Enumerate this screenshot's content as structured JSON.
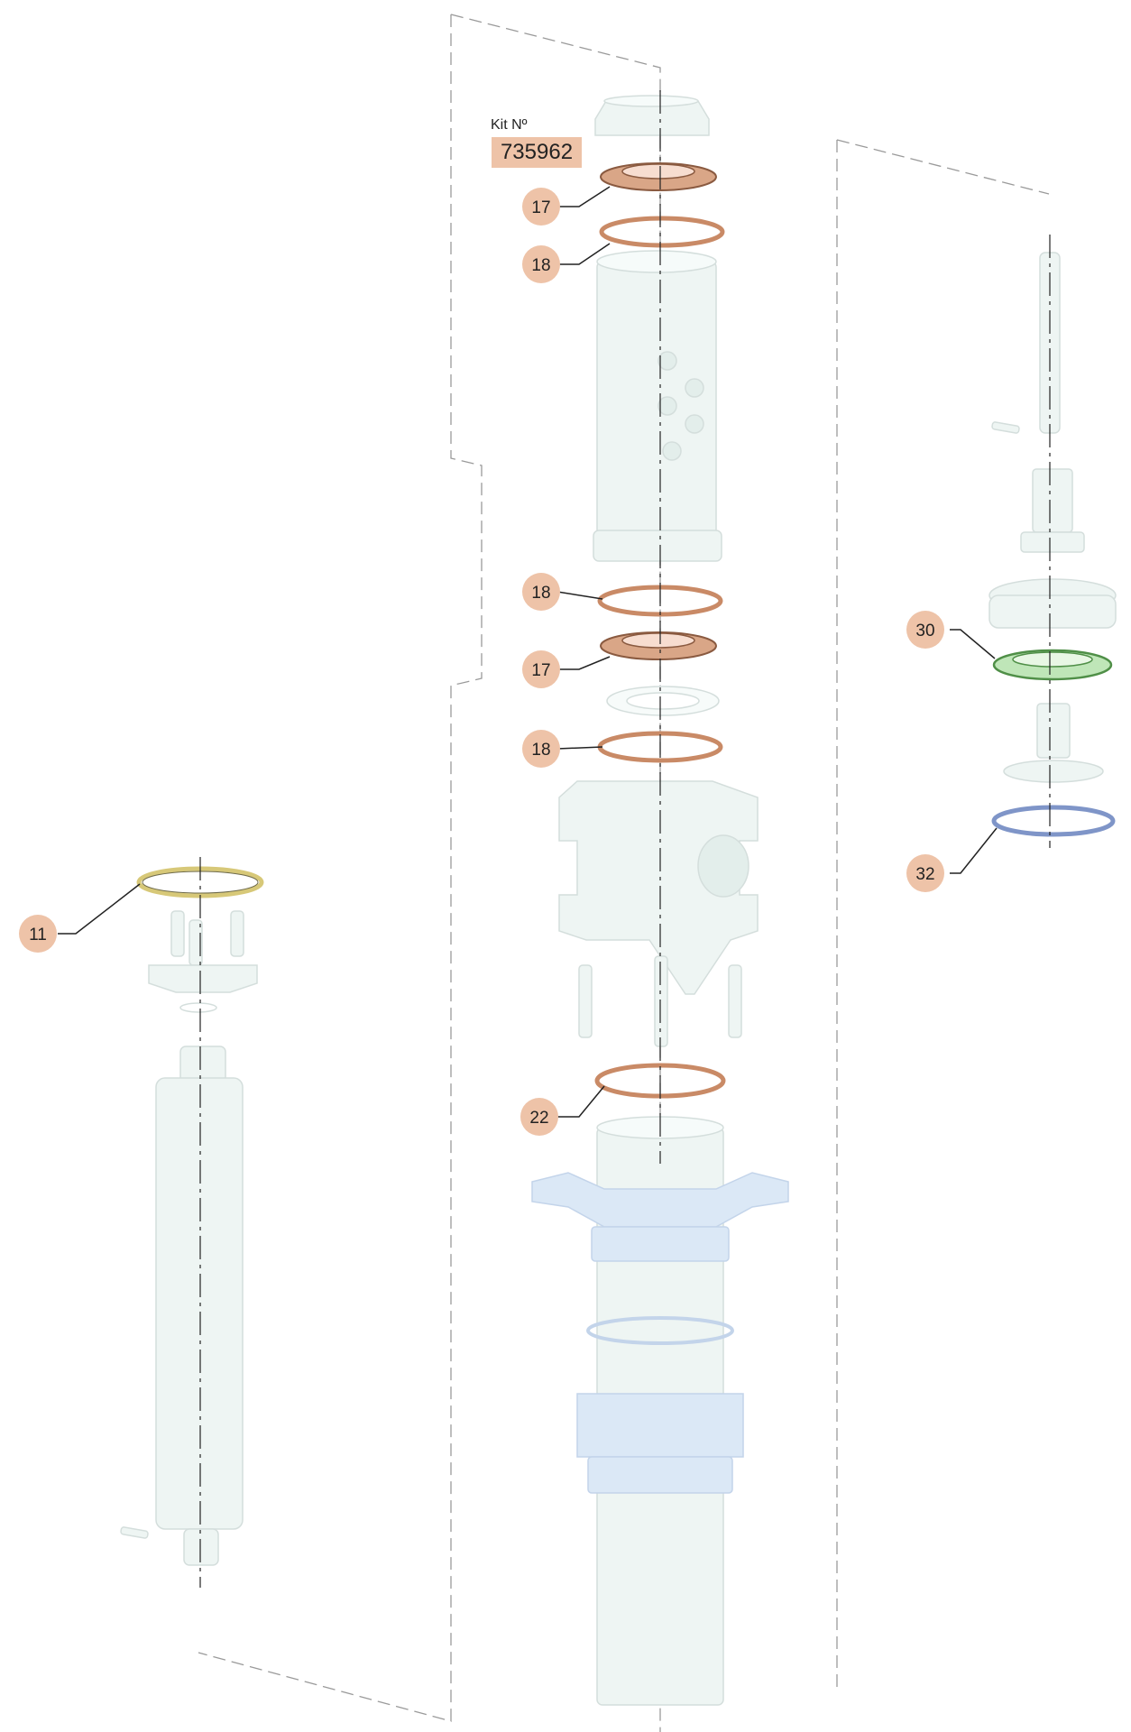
{
  "kit": {
    "label": "Kit Nº",
    "number": "735962"
  },
  "colors": {
    "callout_fill": "#eec3a8",
    "seal_copper": "#c98a66",
    "seal_green": "#8fcf8a",
    "seal_blue": "#7f95c8",
    "seal_yellow": "#e6d68c",
    "ghost_part": "#e9f4f1",
    "ghost_blue": "#dbe8f6"
  },
  "callouts": [
    {
      "id": "callout-17-top",
      "text": "17"
    },
    {
      "id": "callout-18-top",
      "text": "18"
    },
    {
      "id": "callout-18-mid",
      "text": "18"
    },
    {
      "id": "callout-17-mid",
      "text": "17"
    },
    {
      "id": "callout-18-low",
      "text": "18"
    },
    {
      "id": "callout-22",
      "text": "22"
    },
    {
      "id": "callout-30",
      "text": "30"
    },
    {
      "id": "callout-32",
      "text": "32"
    },
    {
      "id": "callout-11",
      "text": "11"
    }
  ]
}
